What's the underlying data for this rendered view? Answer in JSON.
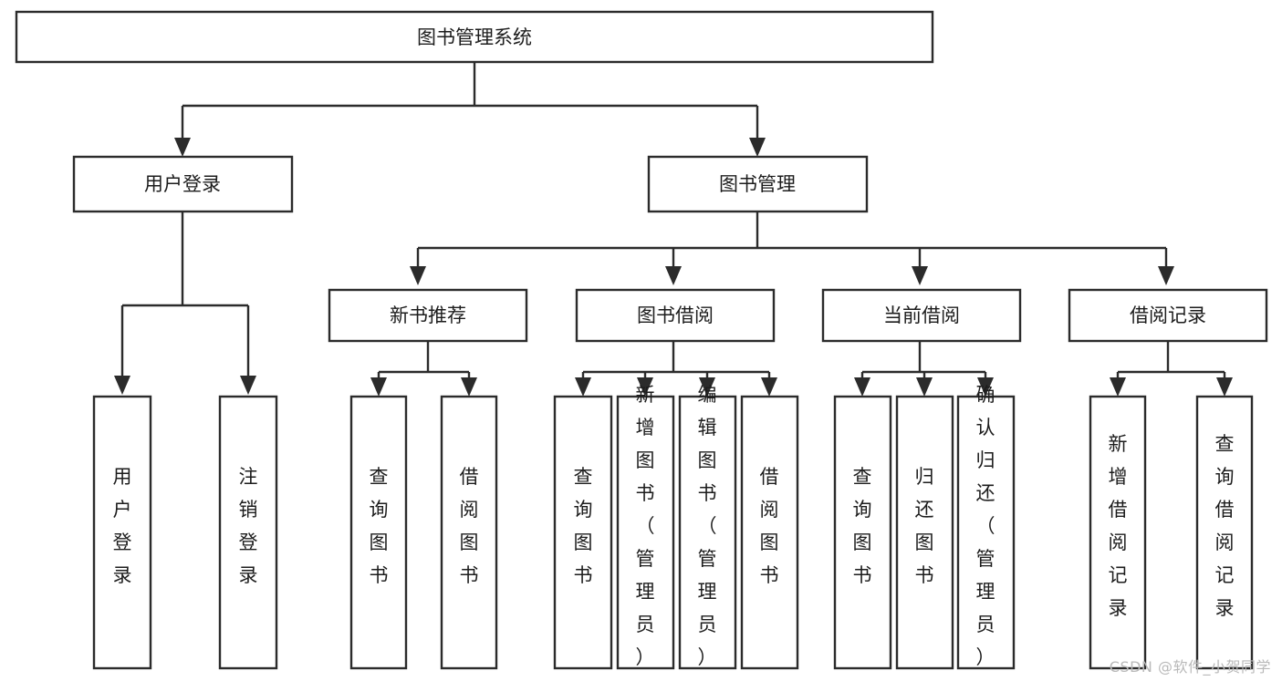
{
  "diagram": {
    "type": "tree",
    "title": "图书管理系统",
    "orientation": "top-down",
    "colors": {
      "background": "#ffffff",
      "box_border": "#2b2b2b",
      "box_fill": "#ffffff",
      "text": "#1c1c1c",
      "connector": "#2b2b2b",
      "watermark": "#b9b9b9"
    },
    "levels": {
      "root": "图书管理系统",
      "level2": [
        "用户登录",
        "图书管理"
      ],
      "level3": [
        "新书推荐",
        "图书借阅",
        "当前借阅",
        "借阅记录"
      ],
      "leaves": [
        "用户登录",
        "注销登录",
        "查询图书",
        "借阅图书",
        "查询图书",
        "新增图书（管理员）",
        "编辑图书（管理员）",
        "借阅图书",
        "查询图书",
        "归还图书",
        "确认归还（管理员）",
        "新增借阅记录",
        "查询借阅记录"
      ]
    }
  },
  "nodes": {
    "root": {
      "label": "图书管理系统"
    },
    "user_login": {
      "label": "用户登录"
    },
    "book_manage": {
      "label": "图书管理"
    },
    "new_book_rec": {
      "label": "新书推荐"
    },
    "book_borrow": {
      "label": "图书借阅"
    },
    "current_borrow": {
      "label": "当前借阅"
    },
    "borrow_record": {
      "label": "借阅记录"
    },
    "leaf_user_login": {
      "label": "用户登录"
    },
    "leaf_logout": {
      "label": "注销登录"
    },
    "leaf_query_book_a": {
      "label": "查询图书"
    },
    "leaf_borrow_book_a": {
      "label": "借阅图书"
    },
    "leaf_query_book_b": {
      "label": "查询图书"
    },
    "leaf_add_book": {
      "label": "新增图书（管理员）"
    },
    "leaf_edit_book": {
      "label": "编辑图书（管理员）"
    },
    "leaf_borrow_book_b": {
      "label": "借阅图书"
    },
    "leaf_query_book_c": {
      "label": "查询图书"
    },
    "leaf_return_book": {
      "label": "归还图书"
    },
    "leaf_confirm_return": {
      "label": "确认归还（管理员）"
    },
    "leaf_add_record": {
      "label": "新增借阅记录"
    },
    "leaf_query_record": {
      "label": "查询借阅记录"
    }
  },
  "watermark": {
    "text": "CSDN @软件_小贺同学"
  }
}
